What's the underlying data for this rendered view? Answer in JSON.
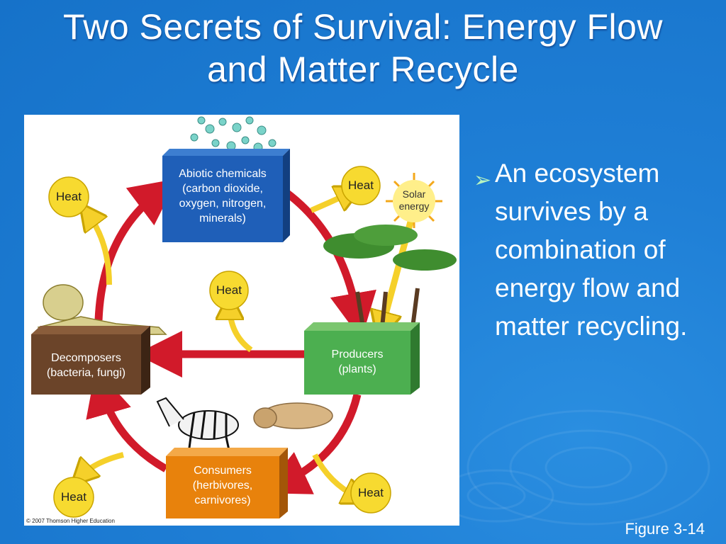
{
  "slide": {
    "title_line1": "Two Secrets of Survival: Energy Flow",
    "title_line2": "and Matter Recycle",
    "bullet_text": "An ecosystem survives by a combination of energy flow and matter recycling.",
    "figure_ref": "Figure 3-14"
  },
  "diagram": {
    "abiotic": [
      "Abiotic chemicals",
      "(carbon dioxide,",
      "oxygen, nitrogen,",
      "minerals)"
    ],
    "producers": [
      "Producers",
      "(plants)"
    ],
    "consumers": [
      "Consumers",
      "(herbivores,",
      "carnivores)"
    ],
    "decomposers": [
      "Decomposers",
      "(bacteria, fungi)"
    ],
    "heat": "Heat",
    "solar": [
      "Solar",
      "energy"
    ],
    "copyright": "© 2007 Thomson Higher Education"
  },
  "colors": {
    "background": "#1f7fd6",
    "abiotic_box": "#1f5fb8",
    "producers_box": "#4caf50",
    "consumers_box": "#e8820c",
    "decomposers_box": "#6b4429",
    "cycle_arrow": "#d11a2a",
    "heat_arrow": "#f5d02a"
  },
  "icons": [
    "bullet-arrow-icon",
    "sun-icon",
    "tree-icon",
    "zebra-icon",
    "lion-icon",
    "skeleton-icon",
    "molecules-icon"
  ]
}
